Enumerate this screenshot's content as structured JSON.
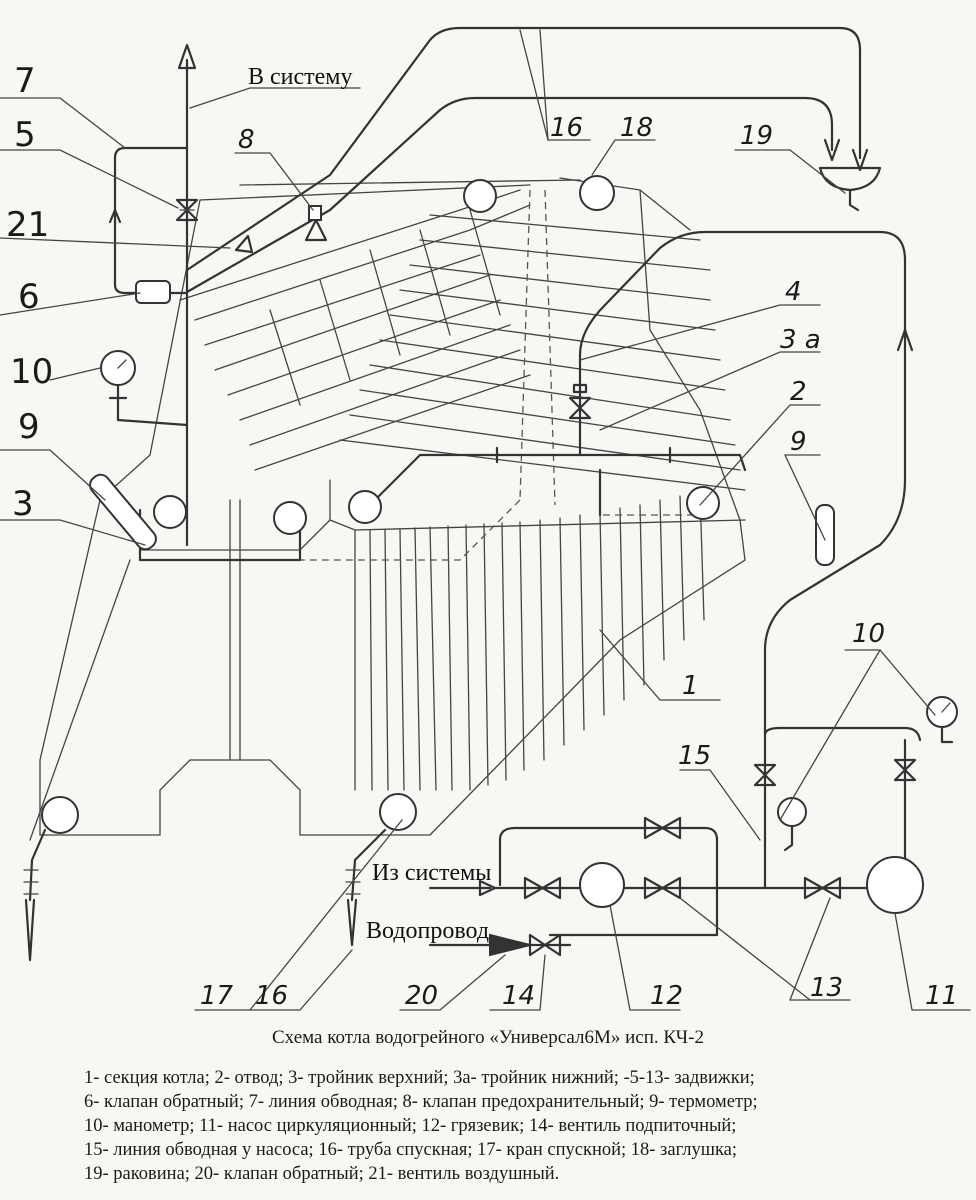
{
  "labels": {
    "to_system": "В систему",
    "from_system": "Из системы",
    "water_supply": "Водопровод"
  },
  "callouts": {
    "n7": "7",
    "n5": "5",
    "n21": "21",
    "n6": "6",
    "n10a": "10",
    "n9a": "9",
    "n3": "3",
    "n8": "8",
    "n16a": "16",
    "n18": "18",
    "n19": "19",
    "n4": "4",
    "n3a": "3 а",
    "n2": "2",
    "n9b": "9",
    "n10b": "10",
    "n1": "1",
    "n15": "15",
    "n17": "17",
    "n16b": "16",
    "n20": "20",
    "n14": "14",
    "n12": "12",
    "n13": "13",
    "n11": "11"
  },
  "caption": "Схема котла водогрейного «Универсал6М» исп. КЧ-2",
  "legend": [
    "1- секция котла; 2- отвод; 3- тройник верхний; 3а- тройник нижний; -5-13- задвижки;",
    "6- клапан обратный; 7- линия обводная; 8- клапан предохранительный; 9- термометр;",
    "10- манометр; 11- насос циркуляционный; 12- грязевик; 14- вентиль подпиточный;",
    "15- линия обводная у насоса; 16- труба спускная; 17- кран спускной; 18- заглушка;",
    "19- раковина; 20- клапан обратный; 21- вентиль воздушный."
  ]
}
